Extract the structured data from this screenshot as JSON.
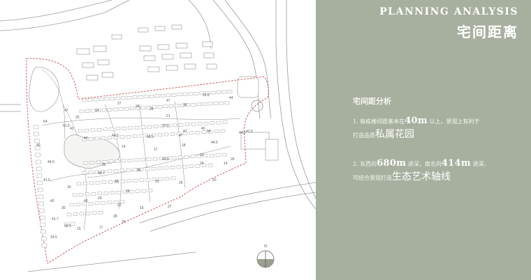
{
  "panel": {
    "title_en": "PLANNING ANALYSIS",
    "title_cn": "宅间距离",
    "section_heading": "宅间距分析",
    "item1": {
      "line1_prefix": "1. 每栋楼间距基本在",
      "line1_value": "40m",
      "line1_suffix": "以上，景观上有利于",
      "line2_prefix": "打造品质",
      "line2_highlight": "私属花园"
    },
    "item2": {
      "line1_prefix": "2. 东西向",
      "value1": "680m",
      "mid": "进深，南北向",
      "value2": "414m",
      "line1_suffix": "进深，",
      "line2_prefix": "可结合景观打造",
      "line2_highlight": "生态艺术轴线"
    }
  },
  "plan": {
    "compass_label": "N",
    "distance_labels": [
      "53.5",
      "44",
      "27",
      "34",
      "47",
      "36",
      "28",
      "47",
      "64",
      "51.5",
      "41.5",
      "44.5",
      "25",
      "43",
      "27.5",
      "56",
      "47",
      "47",
      "44.5",
      "14",
      "17",
      "58.5",
      "47",
      "40",
      "44.5",
      "26",
      "25",
      "40.5",
      "44.9",
      "41.5",
      "16",
      "56.7",
      "48",
      "36",
      "25",
      "25",
      "24",
      "20",
      "14",
      "30",
      "40",
      "31",
      "16",
      "27",
      "41.7",
      "24.6",
      "15",
      "17",
      "28",
      "20",
      "26",
      "29",
      "36",
      "40",
      "42",
      "39.5",
      "18",
      "14",
      "21"
    ],
    "colors": {
      "boundary": "#c9404a",
      "panel_bg": "#a7b09e",
      "road": "#9a9a9a"
    }
  }
}
